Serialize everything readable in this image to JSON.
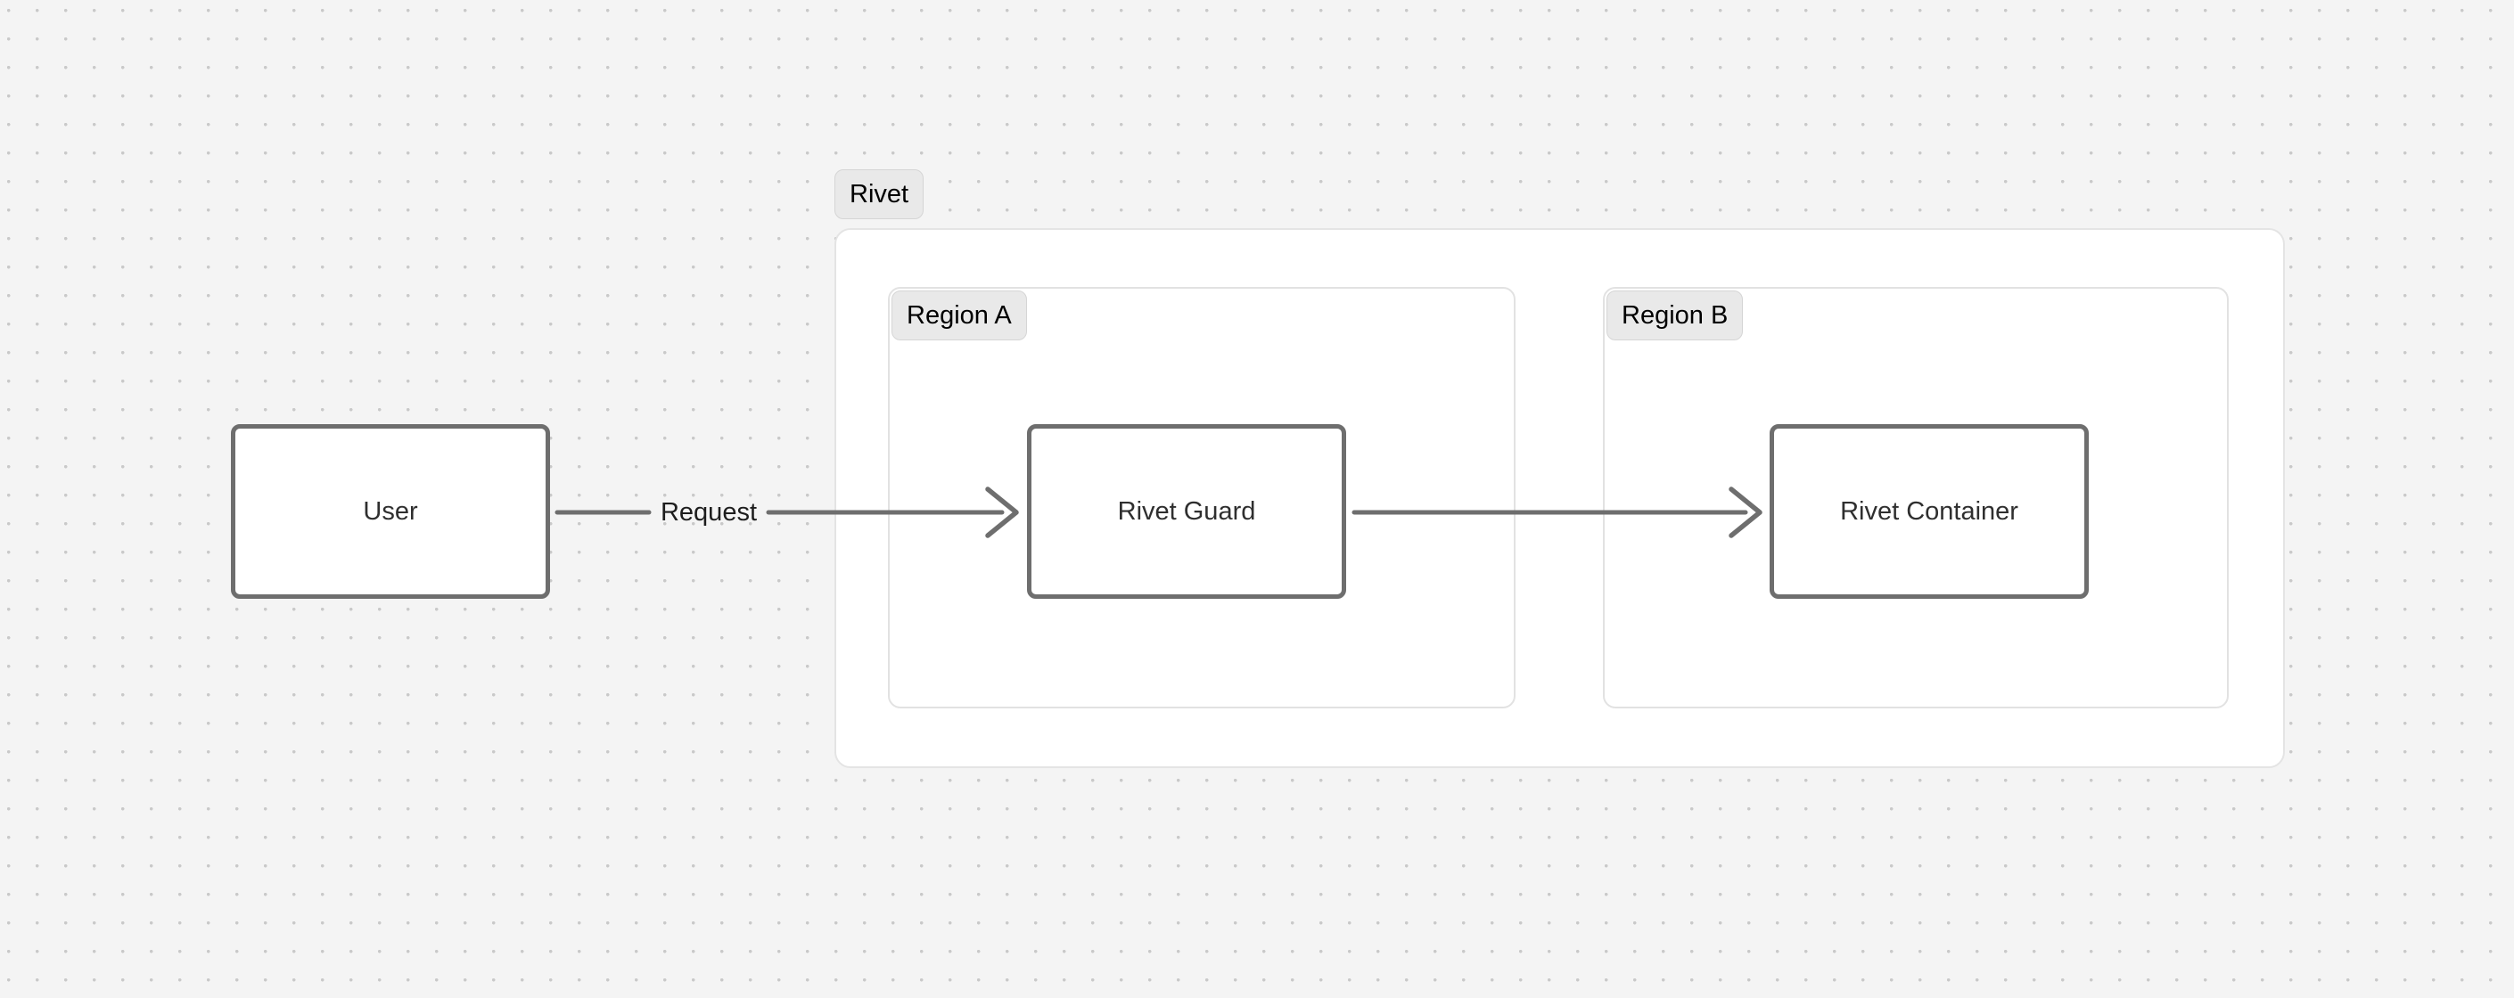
{
  "diagram": {
    "type": "flowchart",
    "direction": "left-to-right",
    "background": "#f4f4f4",
    "grid": "dot-grid",
    "node_border_color": "#6e6e6e",
    "edge_color": "#6e6e6e",
    "cluster_border_color": "#e2e2e2",
    "badge_background": "#e9e9e9"
  },
  "clusters": {
    "rivet": {
      "label": "Rivet"
    },
    "region_a": {
      "label": "Region A"
    },
    "region_b": {
      "label": "Region B"
    }
  },
  "nodes": {
    "user": {
      "label": "User"
    },
    "rivet_guard": {
      "label": "Rivet Guard"
    },
    "rivet_container": {
      "label": "Rivet Container"
    }
  },
  "edges": [
    {
      "from": "user",
      "to": "rivet_guard",
      "label": "Request",
      "arrow": "open-chevron"
    },
    {
      "from": "rivet_guard",
      "to": "rivet_container",
      "label": "",
      "arrow": "open-chevron"
    }
  ]
}
